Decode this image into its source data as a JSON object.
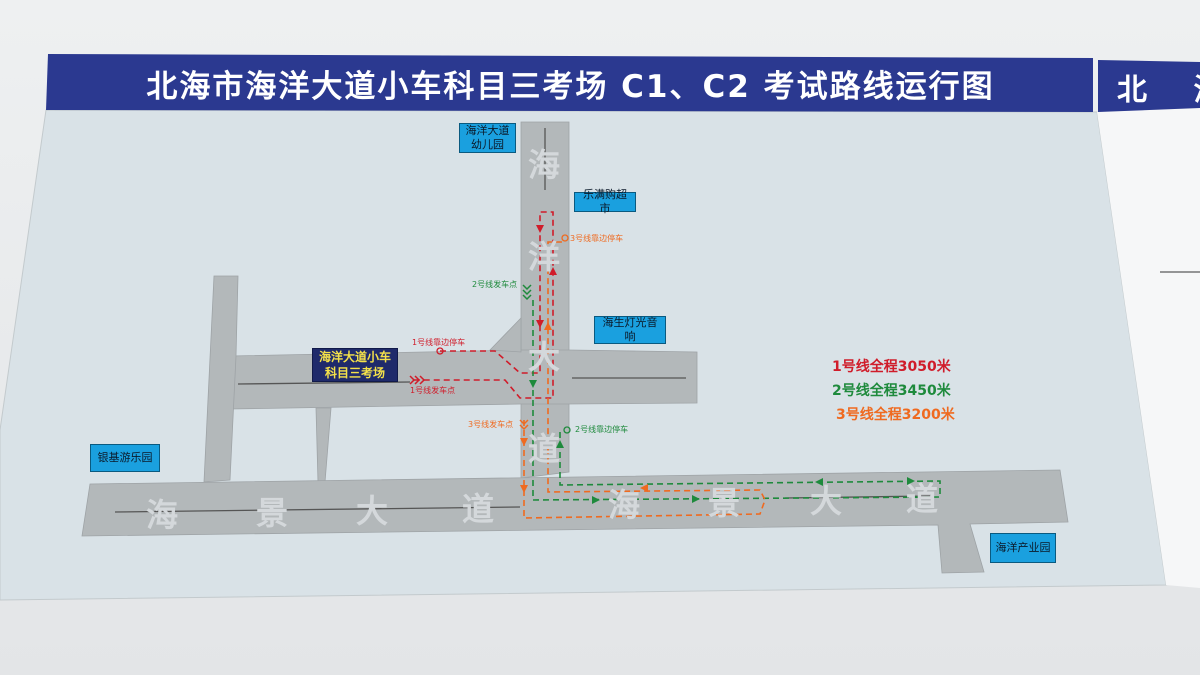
{
  "title": "北海市海洋大道小车科目三考场 C1、C2 考试路线运行图",
  "title_partial_next": "北 海",
  "places": {
    "kindergarten": "海洋大道\n幼儿园",
    "supermarket": "乐满购超市",
    "lighting": "海生灯光音响",
    "exam_site": "海洋大道小车\n科目三考场",
    "amusement": "银基游乐园",
    "industrial_park": "海洋产业园"
  },
  "road_names": {
    "vertical": [
      "海",
      "洋",
      "大",
      "道"
    ],
    "horizontal": [
      "海",
      "景",
      "大",
      "道"
    ]
  },
  "route_notes": {
    "route3_parking": "3号线靠边停车",
    "route2_start": "2号线发车点",
    "route1_parking": "1号线靠边停车",
    "route1_start": "1号线发车点",
    "route3_start": "3号线发车点",
    "route2_parking": "2号线靠边停车"
  },
  "legend": [
    {
      "text": "1号线全程3050米",
      "color": "#d01c2a"
    },
    {
      "text": "2号线全程3450米",
      "color": "#1e8a3c"
    },
    {
      "text": "3号线全程3200米",
      "color": "#ef6a20"
    }
  ],
  "colors": {
    "banner": "#2b3990",
    "board": "#d9e2e7",
    "road": "#b3b8ba",
    "route1": "#d01c2a",
    "route2": "#1e8a3c",
    "route3": "#ef6a20"
  }
}
